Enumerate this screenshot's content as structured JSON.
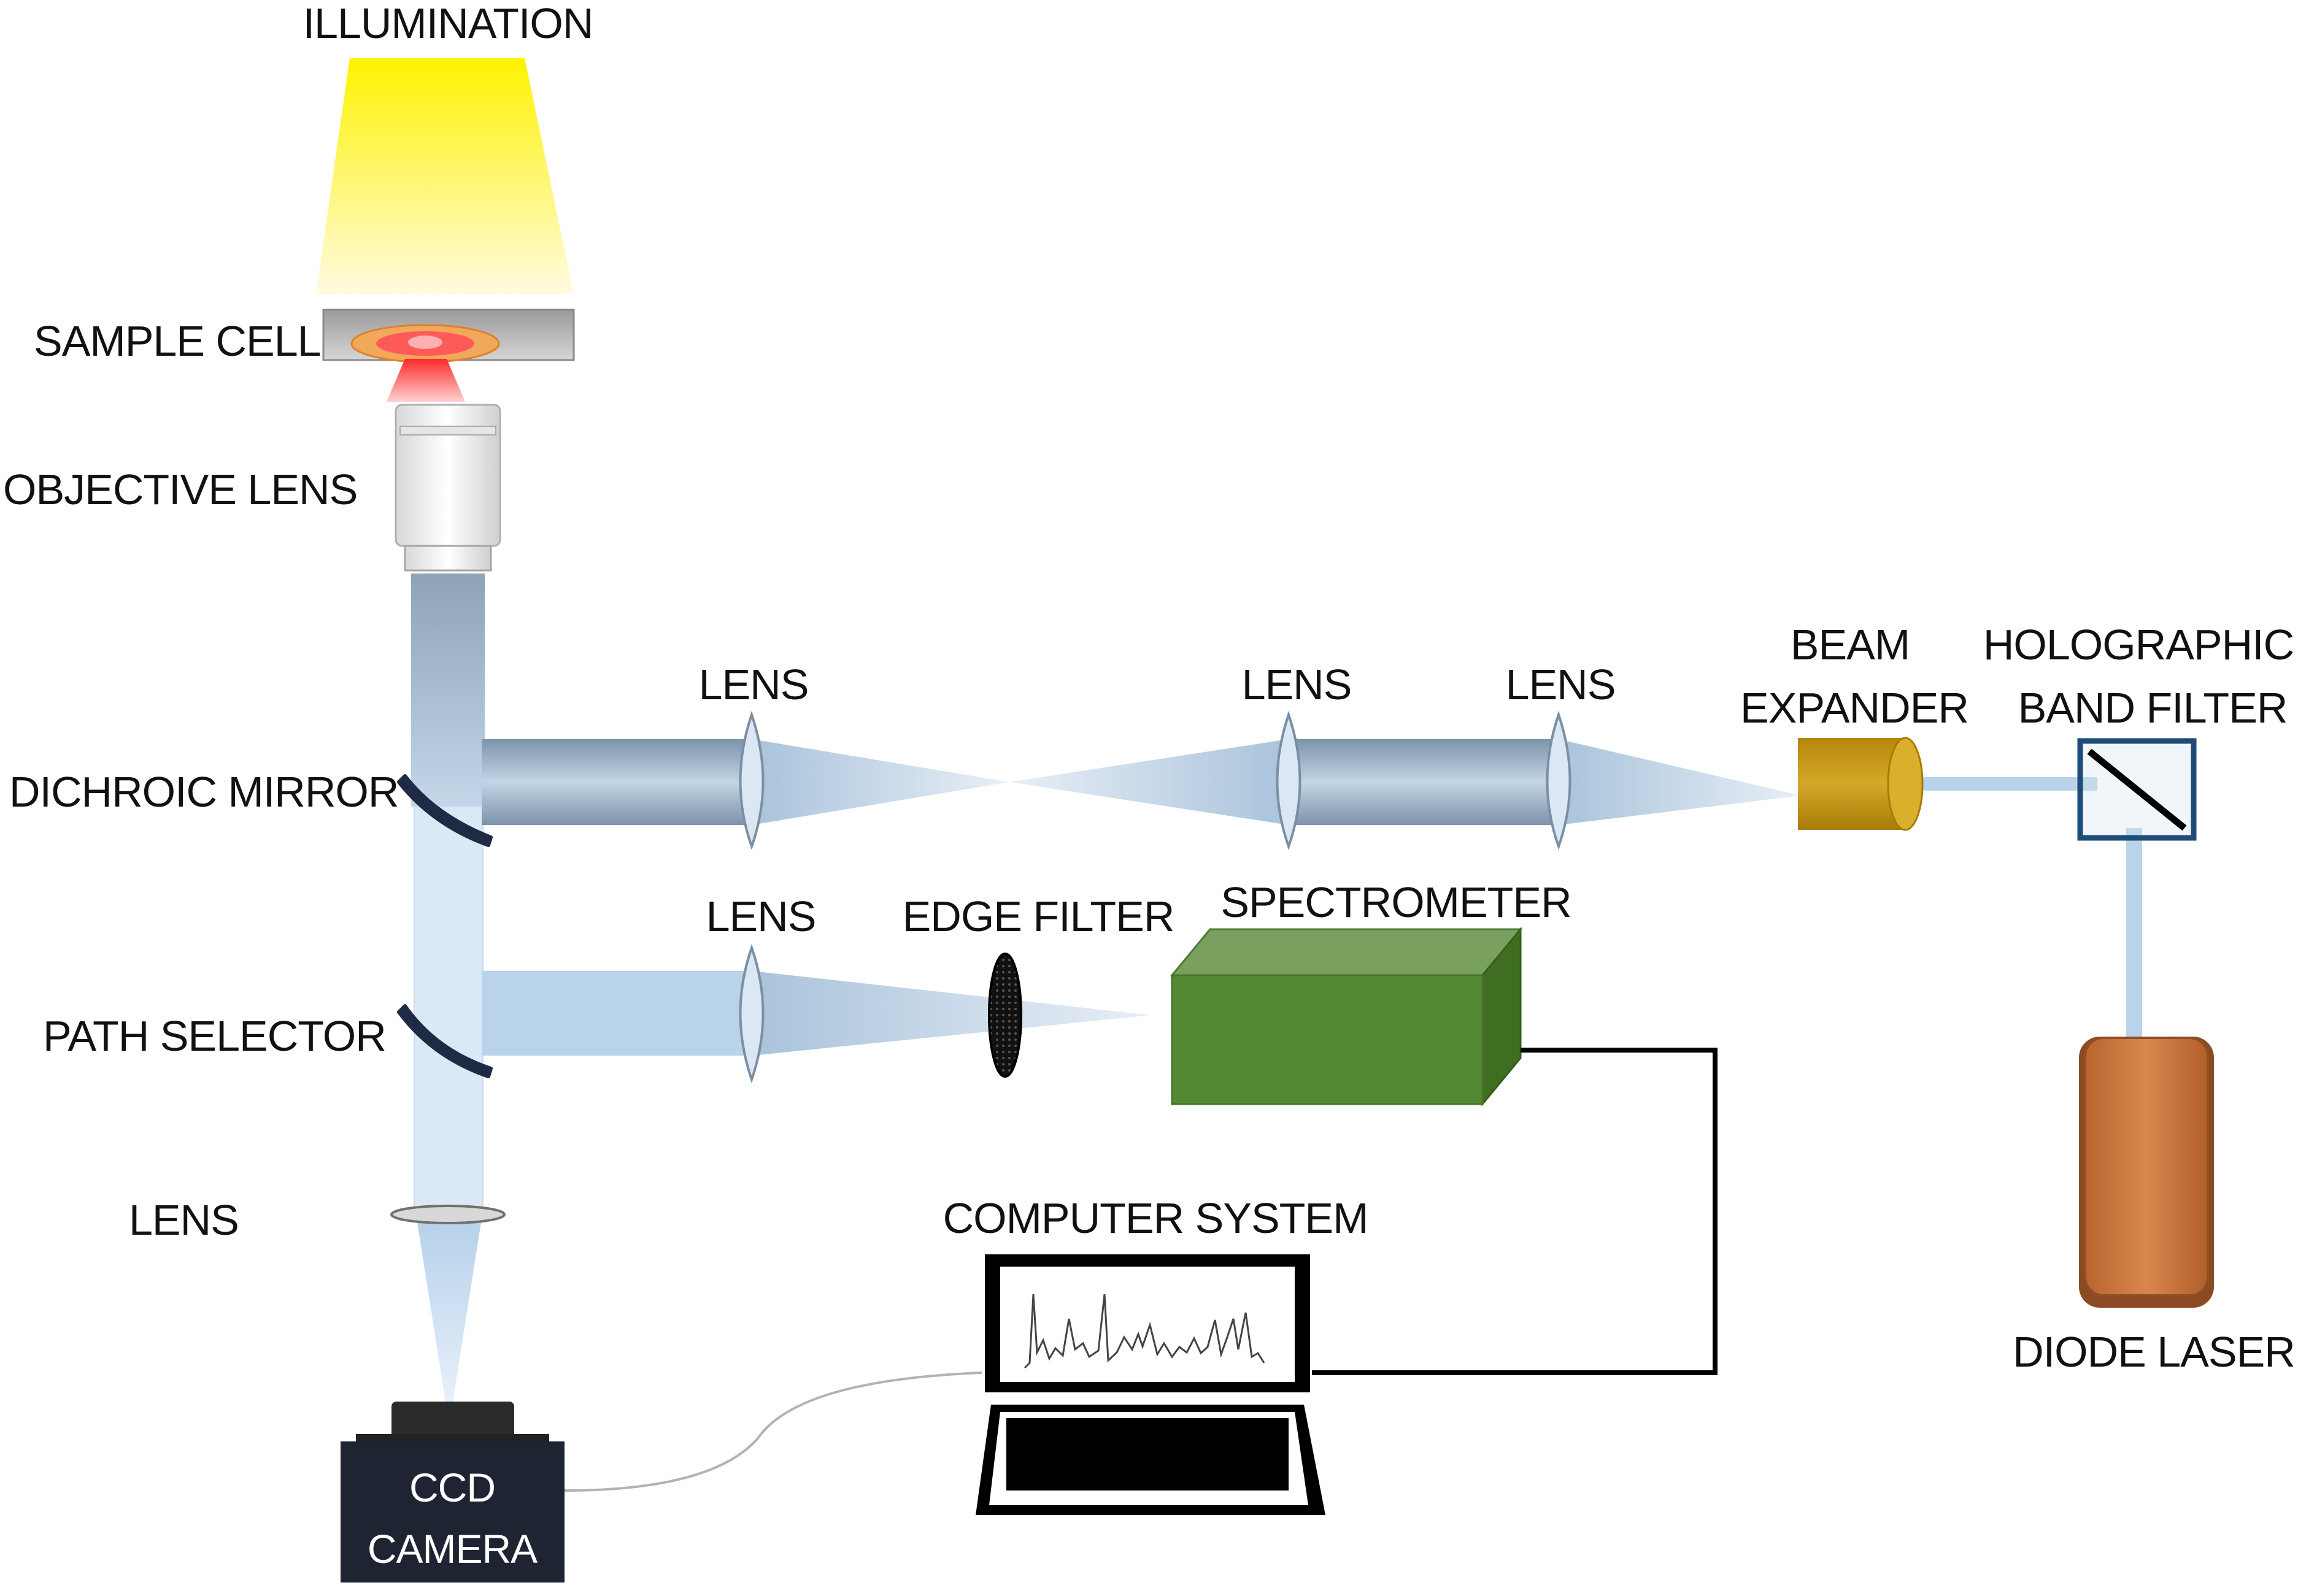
{
  "labels": {
    "illumination": "ILLUMINATION",
    "sample_cell": "SAMPLE CELL",
    "objective_lens": "OBJECTIVE LENS",
    "dichroic_mirror": "DICHROIC MIRROR",
    "path_selector": "PATH SELECTOR",
    "lens_bottom": "LENS",
    "lens_1": "LENS",
    "lens_2": "LENS",
    "lens_3": "LENS",
    "lens_4": "LENS",
    "beam_expander_1": "BEAM",
    "beam_expander_2": "EXPANDER",
    "holographic_1": "HOLOGRAPHIC",
    "holographic_2": "BAND FILTER",
    "edge_filter": "EDGE FILTER",
    "spectrometer": "SPECTROMETER",
    "computer_system": "COMPUTER SYSTEM",
    "ccd_1": "CCD",
    "ccd_2": "CAMERA",
    "diode_laser": "DIODE LASER"
  },
  "colors": {
    "illumination": "#fff27a",
    "spectrometer": "#4f8a2f",
    "beam_expander": "#c99a12",
    "diode_laser": "#c9743f",
    "ccd_camera": "#1f2433",
    "beam_blue": "#b9d4ea"
  },
  "icons": {
    "laptop": "laptop-icon",
    "spectrum": "raman-spectrum-icon"
  }
}
